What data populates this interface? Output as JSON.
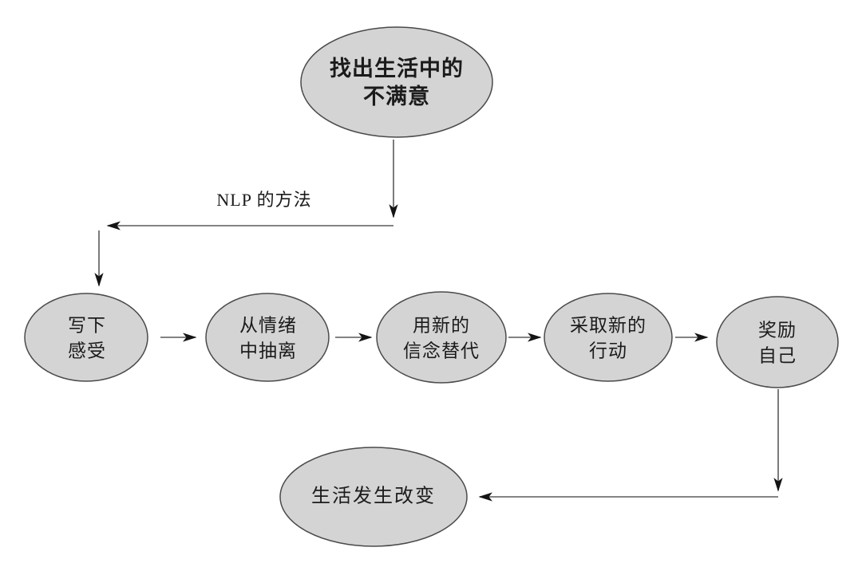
{
  "colors": {
    "background": "#ffffff",
    "node_fill": "#d4d4d4",
    "node_stroke": "#4a4a4a",
    "line": "#5a5a5a",
    "arrowhead": "#141414",
    "text": "#1b1b1b"
  },
  "nodes": {
    "start": {
      "label": "找出生活中的\n不满意"
    },
    "step1": {
      "label": "写下\n感受"
    },
    "step2": {
      "label": "从情绪\n中抽离"
    },
    "step3": {
      "label": "用新的\n信念替代"
    },
    "step4": {
      "label": "采取新的\n行动"
    },
    "step5": {
      "label": "奖励\n自己"
    },
    "end": {
      "label": "生活发生改变"
    }
  },
  "annotations": {
    "method_label": "NLP 的方法"
  },
  "edges": [
    {
      "from": "start",
      "to": "step1",
      "via": "elbow-left-down",
      "label": "NLP 的方法"
    },
    {
      "from": "step1",
      "to": "step2"
    },
    {
      "from": "step2",
      "to": "step3"
    },
    {
      "from": "step3",
      "to": "step4"
    },
    {
      "from": "step4",
      "to": "step5"
    },
    {
      "from": "step5",
      "to": "end",
      "via": "elbow-down-left"
    }
  ]
}
